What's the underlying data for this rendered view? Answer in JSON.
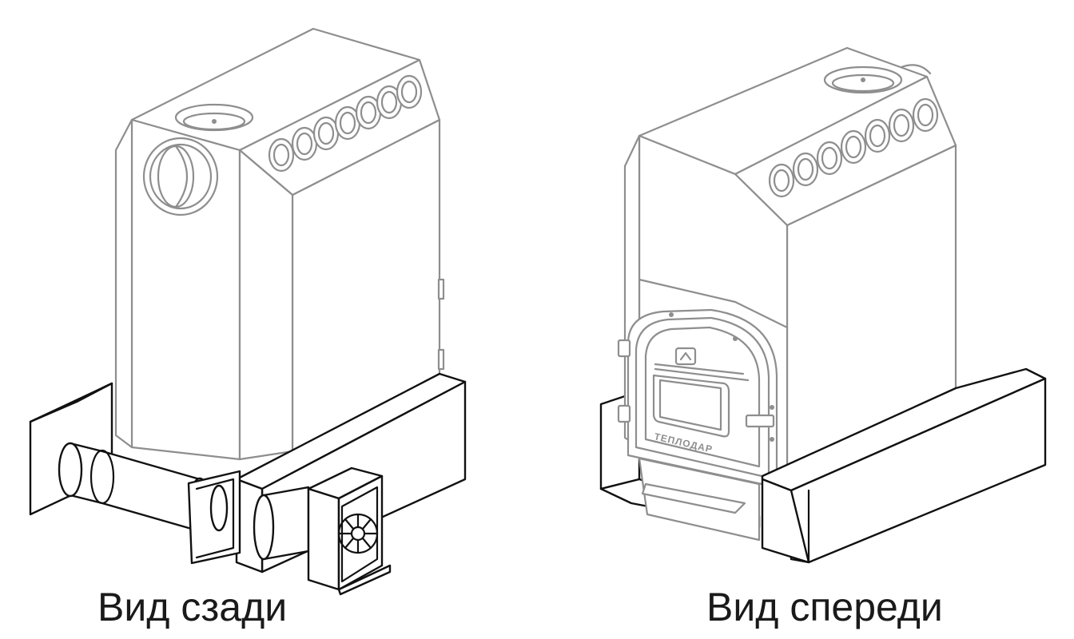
{
  "figure": {
    "rear": {
      "caption": "Вид сзади"
    },
    "front": {
      "caption": "Вид спереди",
      "door_brand": "ТЕПЛОДАР"
    }
  }
}
